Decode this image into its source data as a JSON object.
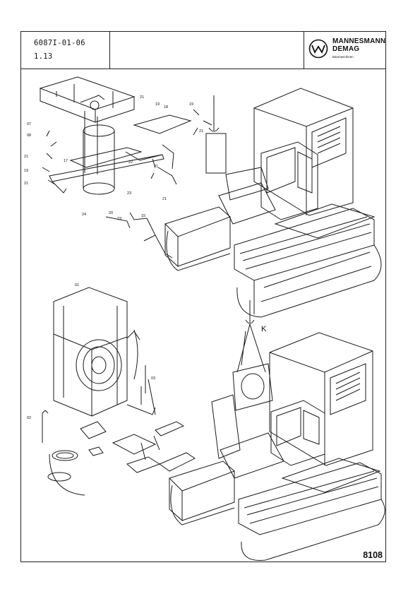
{
  "header": {
    "doc_number": "6087I-01-06",
    "page_ref": "1.13",
    "brand_line1": "MANNESMANN",
    "brand_line2": "DEMAG",
    "brand_sub": "Baumaschinen",
    "logo_icon": "mannesmann-demag-logo-icon"
  },
  "callouts_top": [
    "07",
    "08",
    "21",
    "19",
    "21",
    "17",
    "21",
    "19",
    "18",
    "19",
    "21",
    "22",
    "23",
    "21",
    "24",
    "20",
    "23",
    "15",
    "21"
  ],
  "callouts_bottom": [
    "01",
    "02",
    "03"
  ],
  "label_k": "K",
  "sheet_number": "8108"
}
